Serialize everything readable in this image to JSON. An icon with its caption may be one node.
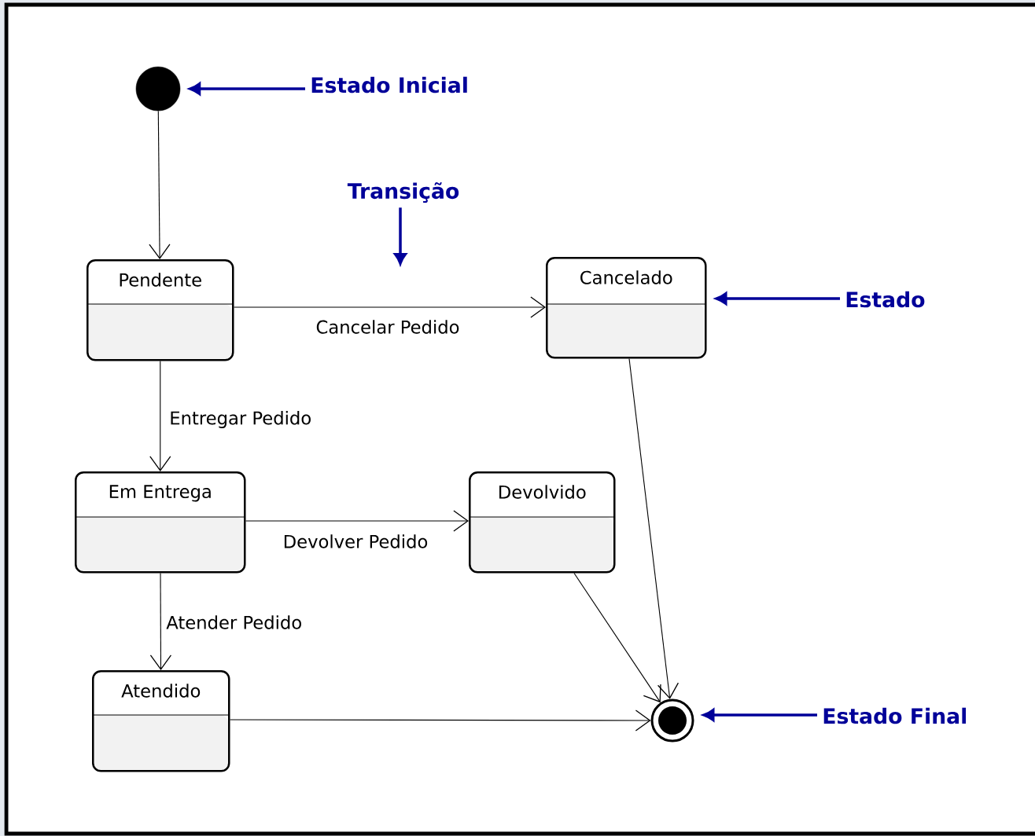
{
  "diagram": {
    "nodes": [
      {
        "text": [],
        "shape": "circle"
      },
      {
        "text": [
          "Estado Inicial"
        ]
      },
      {
        "text": [
          "Pendente"
        ]
      },
      {
        "text": [
          "Transição"
        ]
      },
      {
        "text": [
          "Cancelado"
        ]
      },
      {
        "text": [
          "Estado"
        ]
      },
      {
        "text": [
          "Em Entrega"
        ]
      },
      {
        "text": [
          "Devolvido"
        ]
      },
      {
        "text": [
          "Atendido"
        ]
      },
      {
        "text": [],
        "shape": "circle"
      },
      {
        "text": [
          "Estado Final"
        ]
      }
    ],
    "edges": [
      {
        "from": 0,
        "to": 2,
        "arrow": "to"
      },
      {
        "from": 2,
        "to": 4,
        "arrow": "to",
        "label": "Cancelar Pedido"
      },
      {
        "from": 2,
        "to": 6,
        "arrow": "to",
        "label": "Entregar Pedido"
      },
      {
        "from": 6,
        "to": 7,
        "arrow": "to",
        "label": "Devolver Pedido"
      },
      {
        "from": 6,
        "to": 8,
        "arrow": "to",
        "label": "Atender Pedido"
      },
      {
        "from": 4,
        "to": 9,
        "arrow": "to"
      },
      {
        "from": 7,
        "to": 9,
        "arrow": "to"
      },
      {
        "from": 8,
        "to": 9,
        "arrow": "to"
      },
      {
        "from": 1,
        "to": 0,
        "arrow": "to",
        "style": "thick",
        "color": "#000099"
      },
      {
        "from": 3,
        "to": null,
        "arrow": "to",
        "style": "thick",
        "color": "#000099"
      },
      {
        "from": 5,
        "to": 4,
        "arrow": "to",
        "style": "thick",
        "color": "#000099"
      },
      {
        "from": 10,
        "to": 9,
        "arrow": "to",
        "style": "thick",
        "color": "#000099"
      }
    ]
  }
}
